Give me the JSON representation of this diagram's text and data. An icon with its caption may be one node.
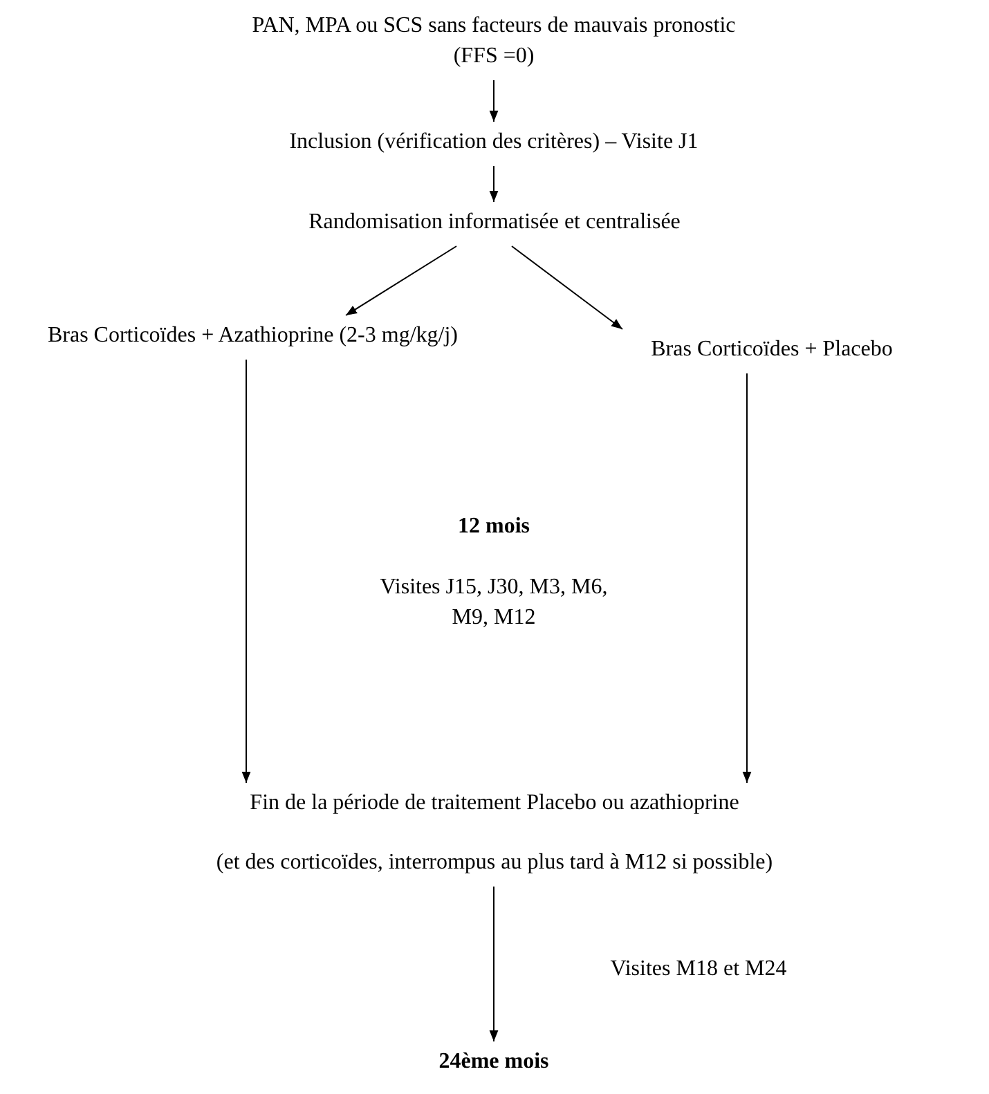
{
  "diagram": {
    "nodes": [
      {
        "text": [
          "PAN, MPA ou SCS sans facteurs de mauvais pronostic (FFS =0)"
        ]
      },
      {
        "text": [
          "Inclusion (vérification des critères) – Visite J1"
        ]
      },
      {
        "text": [
          "Randomisation informatisée et centralisée"
        ]
      },
      {
        "text": [
          "Bras Corticoïdes + Azathioprine (2-3 mg/kg/j)"
        ]
      },
      {
        "text": [
          "Bras Corticoïdes + Placebo"
        ]
      },
      {
        "text": [
          "Fin de la période de traitement Placebo ou azathioprine",
          "(et des corticoïdes, interrompus au plus tard à M12 si possible)"
        ]
      },
      {
        "text": [
          "24ème mois"
        ]
      }
    ],
    "edges": [
      {
        "from": 0,
        "to": 1,
        "arrow": "to"
      },
      {
        "from": 1,
        "to": 2,
        "arrow": "to"
      },
      {
        "from": 2,
        "to": 3,
        "arrow": "to"
      },
      {
        "from": 2,
        "to": 4,
        "arrow": "to"
      },
      {
        "from": 3,
        "to": 5,
        "arrow": "to"
      },
      {
        "from": 4,
        "to": 5,
        "arrow": "to"
      },
      {
        "from": 5,
        "to": 6,
        "arrow": "to"
      }
    ],
    "labels": [
      "12 mois",
      "Visites J15, J30, M3, M6, M9, M12",
      "Visites M18 et M24"
    ]
  }
}
